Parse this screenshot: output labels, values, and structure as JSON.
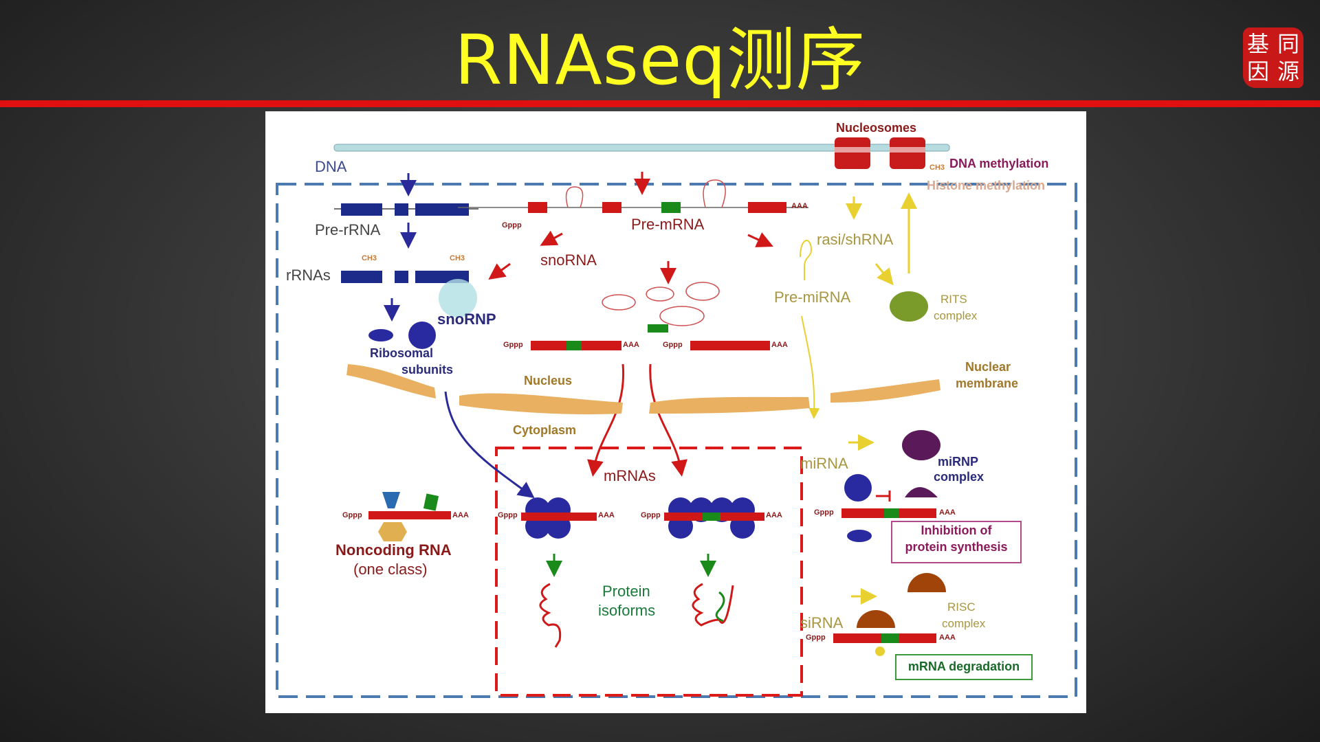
{
  "slide": {
    "title": "RNAseq测序",
    "seal_chars": [
      "基",
      "同",
      "因",
      "源"
    ]
  },
  "colors": {
    "title": "#ffff22",
    "rule": "#e01010",
    "rna_strand": "#d01818",
    "rna_block": "#2a2a8a",
    "membrane": "#e8b060",
    "dashed_outer": "#4a7ab0",
    "dashed_inner": "#dd1a1a"
  },
  "diagram": {
    "dna": "DNA",
    "nucleosomes": "Nucleosomes",
    "ch3": "CH3",
    "dna_methylation": "DNA methylation",
    "histone_methylation": "Histone methylation",
    "pre_rrna": "Pre-rRNA",
    "rrnas": "rRNAs",
    "pre_mrna": "Pre-mRNA",
    "snorna": "snoRNA",
    "snornp": "snoRNP",
    "rasi_shrna": "rasi/shRNA",
    "pre_mirna": "Pre-miRNA",
    "rits_complex_1": "RITS",
    "rits_complex_2": "complex",
    "ribosomal_1": "Ribosomal",
    "ribosomal_2": "subunits",
    "nucleus": "Nucleus",
    "nuclear_membrane_1": "Nuclear",
    "nuclear_membrane_2": "membrane",
    "cytoplasm": "Cytoplasm",
    "mirna": "miRNA",
    "mirnp_1": "miRNP",
    "mirnp_2": "complex",
    "mrnas": "mRNAs",
    "gppp": "Gppp",
    "aaa": "AAA",
    "noncoding_1": "Noncoding RNA",
    "noncoding_2": "(one class)",
    "protein_isoforms_1": "Protein",
    "protein_isoforms_2": "isoforms",
    "inhibition_1": "Inhibition of",
    "inhibition_2": "protein synthesis",
    "sirna": "siRNA",
    "risc_1": "RISC",
    "risc_2": "complex",
    "mrna_degradation": "mRNA degradation"
  }
}
